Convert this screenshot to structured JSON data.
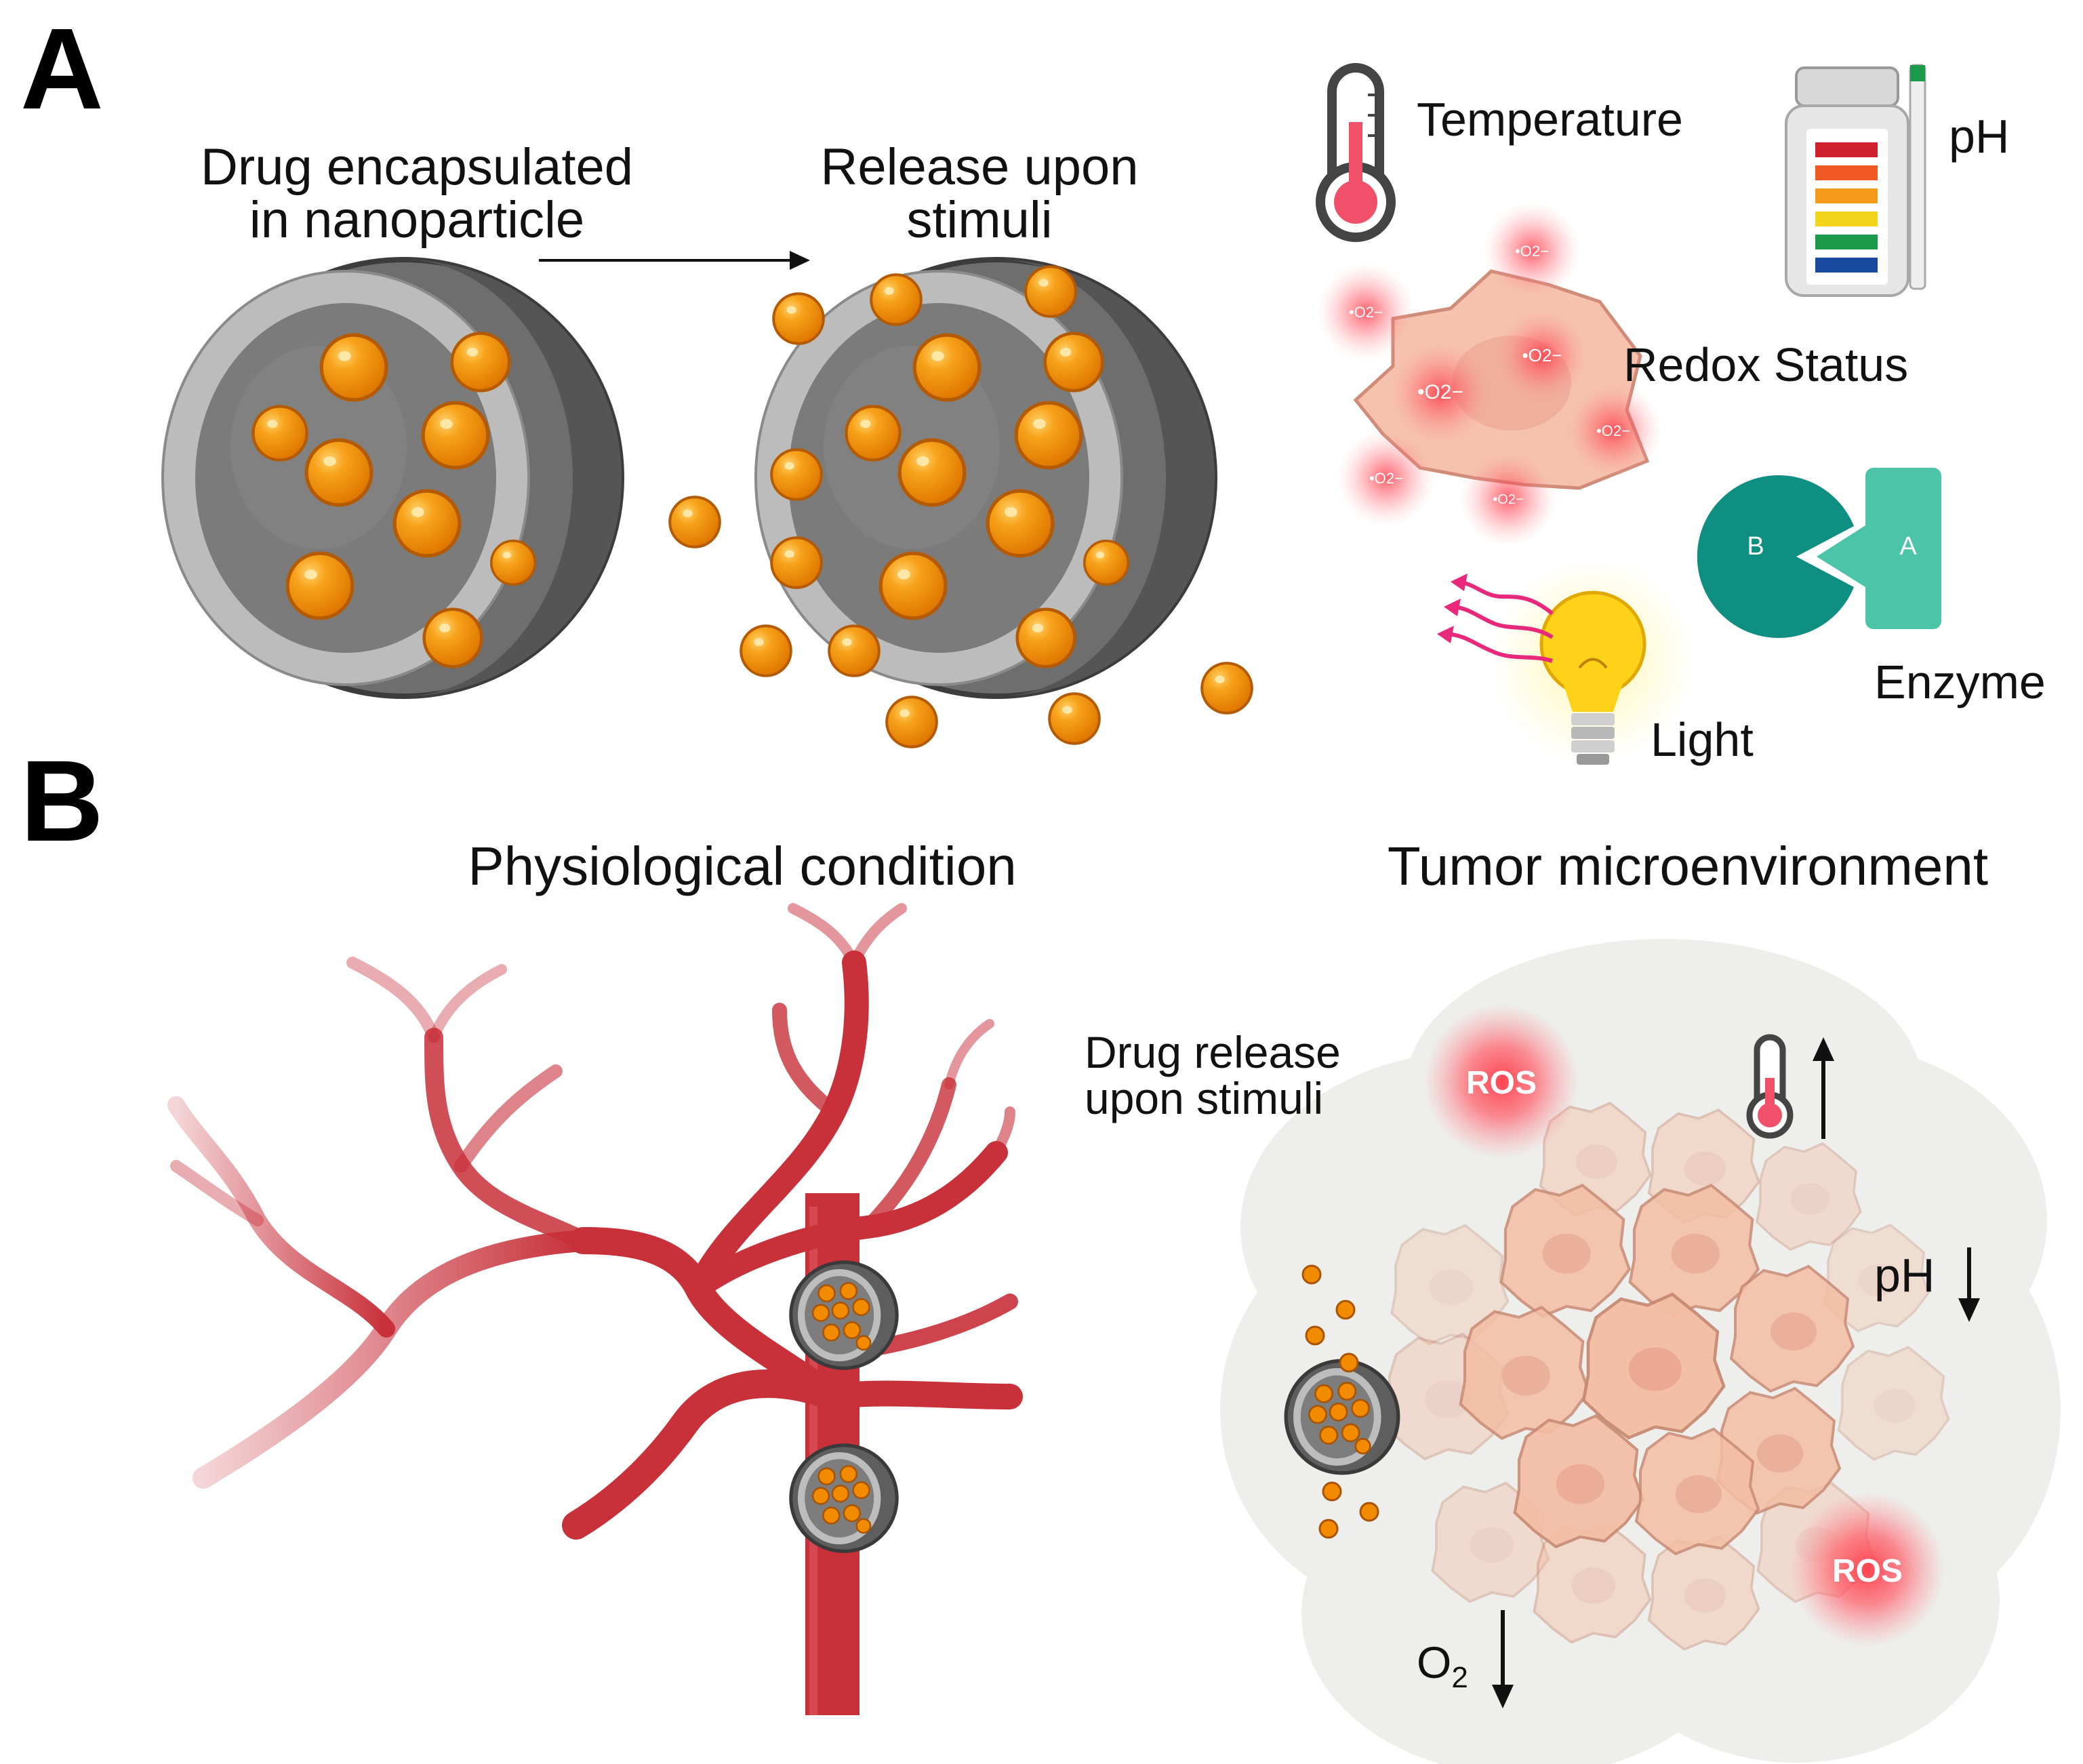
{
  "panel_a": {
    "letter": "A",
    "encapsulated_line1": "Drug encapsulated",
    "encapsulated_line2": "in nanoparticle",
    "release_line1": "Release upon",
    "release_line2": "stimuli",
    "temperature_label": "Temperature",
    "ph_label": "pH",
    "redox_label": "Redox Status",
    "superoxide_label": "•O2−",
    "enzyme_label": "Enzyme",
    "enzyme_part_a": "A",
    "enzyme_part_b": "B",
    "light_label": "Light"
  },
  "panel_b": {
    "letter": "B",
    "physiological_title": "Physiological condition",
    "tumor_title": "Tumor microenvironment",
    "release_line1": "Drug release",
    "release_line2": "upon stimuli",
    "ros_label": "ROS",
    "ph_label": "pH",
    "o2_label": "O",
    "o2_subscript": "2"
  },
  "colors": {
    "drug": "#f28b00",
    "drug_dark": "#b45a00",
    "shell_dark": "#6a6a6a",
    "shell_light": "#b4b4b4",
    "vessel": "#c8303a",
    "enzyme_b": "#0f8f82",
    "enzyme_a": "#4bc4a8",
    "ros_glow": "#ff3040",
    "tumor_cell": "#f4bda4",
    "bulb": "#ffd21a",
    "light_wave": "#e8287a"
  }
}
